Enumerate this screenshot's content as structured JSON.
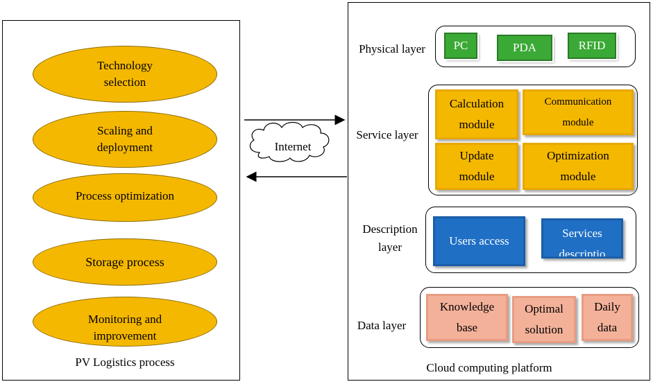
{
  "left_panel": {
    "caption": "PV Logistics process",
    "steps": [
      {
        "line1": "Technology",
        "line2": "selection"
      },
      {
        "line1": "Scaling and",
        "line2": "deployment"
      },
      {
        "line1": "Process optimization",
        "line2": ""
      },
      {
        "line1": "Storage process",
        "line2": ""
      },
      {
        "line1": "Monitoring and",
        "line2": "improvement"
      }
    ]
  },
  "connector": {
    "label": "Internet"
  },
  "right_panel": {
    "caption": "Cloud computing platform",
    "layers": {
      "physical": {
        "label": "Physical layer",
        "items": [
          "PC",
          "PDA",
          "RFID"
        ]
      },
      "service": {
        "label": "Service layer",
        "items": [
          {
            "line1": "Calculation",
            "line2": "module"
          },
          {
            "line1": "Communication",
            "line2": "module"
          },
          {
            "line1": "Update",
            "line2": "module"
          },
          {
            "line1": "Optimization",
            "line2": "module"
          }
        ]
      },
      "description": {
        "label_line1": "Description",
        "label_line2": "layer",
        "items": [
          {
            "line1": "Users access",
            "line2": ""
          },
          {
            "line1": "Services",
            "line2": "descriptio"
          }
        ]
      },
      "data": {
        "label": "Data layer",
        "items": [
          {
            "line1": "Knowledge",
            "line2": "base"
          },
          {
            "line1": "Optimal",
            "line2": "solution"
          },
          {
            "line1": "Daily",
            "line2": "data"
          }
        ]
      }
    }
  },
  "colors": {
    "step_fill": "#f5b800",
    "physical_fill": "#3aa935",
    "service_fill": "#f5b800",
    "description_fill": "#1f6fc5",
    "data_fill": "#f4b19a"
  }
}
